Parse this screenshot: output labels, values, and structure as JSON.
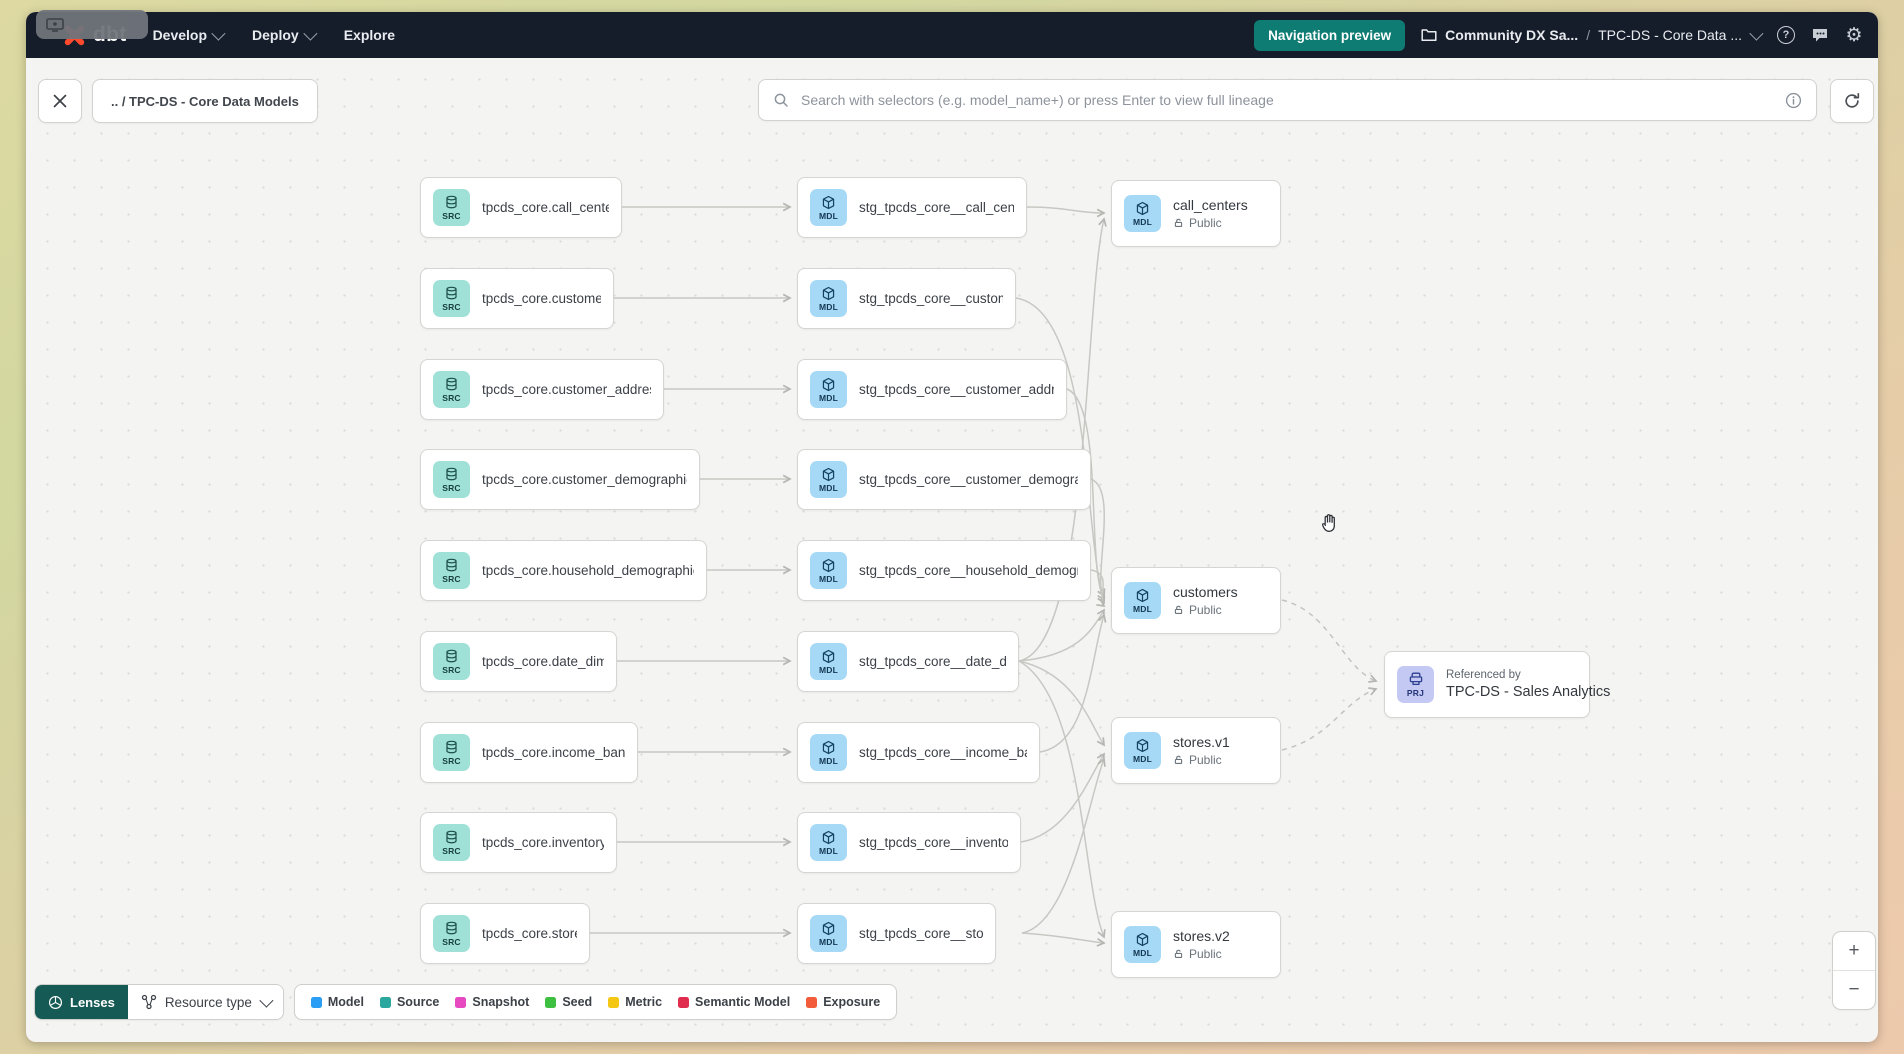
{
  "navbar": {
    "logo_text": "dbt",
    "menu": [
      {
        "label": "Develop"
      },
      {
        "label": "Deploy"
      },
      {
        "label": "Explore"
      }
    ],
    "preview_button_label": "Navigation preview",
    "breadcrumb_project": "Community DX Sa...",
    "breadcrumb_separator": "/",
    "breadcrumb_page": "TPC-DS - Core Data ...",
    "accent_teal": "#0e7c72"
  },
  "toolbar": {
    "lineage_breadcrumb": ".. / TPC-DS - Core Data Models",
    "search_placeholder": "Search with selectors (e.g. model_name+) or press Enter to view full lineage"
  },
  "graph": {
    "source_badge": "SRC",
    "model_badge": "MDL",
    "project_badge": "PRJ",
    "source_nodes": [
      "tpcds_core.call_center",
      "tpcds_core.customer",
      "tpcds_core.customer_address",
      "tpcds_core.customer_demographics",
      "tpcds_core.household_demographics",
      "tpcds_core.date_dim",
      "tpcds_core.income_band",
      "tpcds_core.inventory",
      "tpcds_core.store"
    ],
    "staging_nodes": [
      "stg_tpcds_core__call_center",
      "stg_tpcds_core__customer",
      "stg_tpcds_core__customer_address",
      "stg_tpcds_core__customer_demogra...",
      "stg_tpcds_core__household_demogr...",
      "stg_tpcds_core__date_dim",
      "stg_tpcds_core__income_band",
      "stg_tpcds_core__inventory",
      "stg_tpcds_core__store"
    ],
    "public_models": [
      {
        "name": "call_centers",
        "visibility": "Public"
      },
      {
        "name": "customers",
        "visibility": "Public"
      },
      {
        "name": "stores.v1",
        "visibility": "Public"
      },
      {
        "name": "stores.v2",
        "visibility": "Public"
      }
    ],
    "project_node": {
      "caption": "Referenced by",
      "name": "TPC-DS - Sales Analytics"
    }
  },
  "legend": {
    "lenses_label": "Lenses",
    "resource_type_label": "Resource type",
    "items": [
      {
        "label": "Model",
        "color": "#2a9df4"
      },
      {
        "label": "Source",
        "color": "#2aa79e"
      },
      {
        "label": "Snapshot",
        "color": "#e649c0"
      },
      {
        "label": "Seed",
        "color": "#3dc03f"
      },
      {
        "label": "Metric",
        "color": "#f3c713"
      },
      {
        "label": "Semantic Model",
        "color": "#e02d4e"
      },
      {
        "label": "Exposure",
        "color": "#f25c3a"
      }
    ]
  },
  "zoom_controls": {
    "zoom_in": "+",
    "zoom_out": "−"
  }
}
